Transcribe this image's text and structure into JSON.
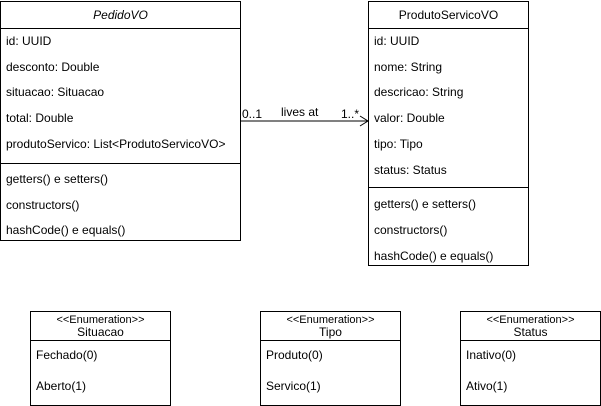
{
  "pedido": {
    "title": "PedidoVO",
    "attributes": [
      "id: UUID",
      "desconto: Double",
      "situacao: Situacao",
      "total: Double",
      "produtoServico: List<ProdutoServicoVO>"
    ],
    "methods": [
      "getters() e setters()",
      "constructors()",
      "hashCode() e equals()"
    ]
  },
  "produto": {
    "title": "ProdutoServicoVO",
    "attributes": [
      "id: UUID",
      "nome: String",
      "descricao: String",
      "valor: Double",
      "tipo: Tipo",
      "status: Status"
    ],
    "methods": [
      "getters() e setters()",
      "constructors()",
      "hashCode() e equals()"
    ]
  },
  "association": {
    "source_multiplicity": "0..1",
    "label": "lives at",
    "target_multiplicity": "1..*"
  },
  "enums": {
    "situacao": {
      "stereotype": "<<Enumeration>>",
      "name": "Situacao",
      "literals": [
        "Fechado(0)",
        "Aberto(1)"
      ]
    },
    "tipo": {
      "stereotype": "<<Enumeration>>",
      "name": "Tipo",
      "literals": [
        "Produto(0)",
        "Servico(1)"
      ]
    },
    "status": {
      "stereotype": "<<Enumeration>>",
      "name": "Status",
      "literals": [
        "Inativo(0)",
        "Ativo(1)"
      ]
    }
  }
}
